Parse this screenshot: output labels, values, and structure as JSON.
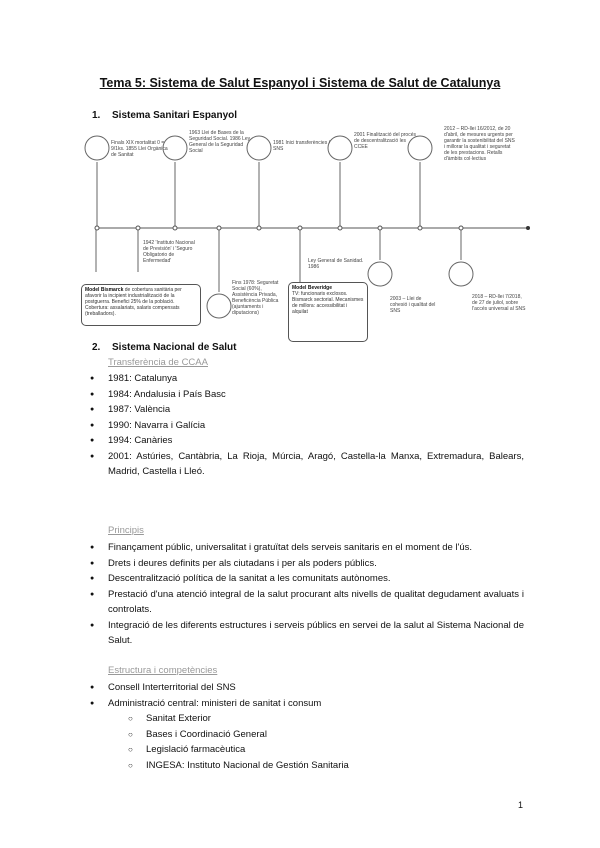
{
  "title": "Tema 5: Sistema de Salut Espanyol i Sistema de Salut de Catalunya",
  "section1": {
    "num": "1.",
    "title": "Sistema Sanitari Espanyol"
  },
  "timeline": {
    "top_labels": [
      "Finals XIX mortalitat 0 = 9/1ks. 1855 Llei Orgànica de Sanitat",
      "1963 Llei de Bases de la Seguridad Social. 1986 Ley General de la Seguridad Social",
      "1981 Inici transferències / SNS",
      "2001 Finalització del procés de descentralització les CCEE",
      "2012 – RD-llei 16/2012, de 20 d'abril, de mesures urgents per garantir la sostenibilitat del SNS i millorar la qualitat i seguretat de les prestacions. Retalls d'àmbits col·lectius"
    ],
    "bottom_labels": [
      "1942 'Instituto Nacional de Previsión' i 'Seguro Obligatorio de Enfermedad'",
      "Fins 1978: Seguretat Social (60%), Assistència Privada, Beneficència Pública (ajuntaments i diputacions)",
      "Ley General de Sanidad. 1986",
      "2003 – Llei de cohesió i qualitat del SNS",
      "2018 – RD-llei 7/2018, de 27 de juliol, sobre l'accés universal al SNS"
    ],
    "box1": {
      "title": "Model Bismarck",
      "text": "de cobertura sanitària per afavorir la incipient industrialització de la postguerra. Benefici 25% de la població. Cobertura: assalariats, salaris compensats (treballadors)."
    },
    "box2": {
      "title": "Model Beveridge",
      "text": "TV: funcionaris exclosos. Bismarck sectorial. Mecanismes de millora: accessibilitat i alquilat"
    }
  },
  "section2": {
    "num": "2.",
    "title": "Sistema Nacional de Salut"
  },
  "transferencia": {
    "heading": "Transferència de CCAA",
    "items": [
      "1981: Catalunya",
      "1984: Andalusia i País Basc",
      "1987: València",
      "1990: Navarra i Galícia",
      "1994: Canàries",
      "2001: Astúries, Cantàbria, La Rioja, Múrcia, Aragó, Castella-la Manxa, Extremadura, Balears, Madrid, Castella i Lleó."
    ]
  },
  "principis": {
    "heading": "Principis",
    "items": [
      "Finançament públic, universalitat i gratuïtat dels serveis sanitaris en el moment de l'ús.",
      "Drets i deures definits per als ciutadans i per als poders públics.",
      "Descentralització política de la sanitat a les comunitats autònomes.",
      "Prestació d'una atenció integral de la salut procurant alts nivells de qualitat degudament avaluats i controlats.",
      "Integració de les diferents estructures i serveis públics en servei de la salut al Sistema Nacional de Salut."
    ]
  },
  "estructura": {
    "heading": "Estructura i competències",
    "items": [
      "Consell Interterritorial del SNS",
      "Administració central: ministeri de sanitat i consum"
    ],
    "subitems": [
      "Sanitat Exterior",
      "Bases i Coordinació General",
      "Legislació farmacèutica",
      "INGESA: Instituto Nacional de Gestión Sanitaria"
    ]
  },
  "page_number": "1"
}
